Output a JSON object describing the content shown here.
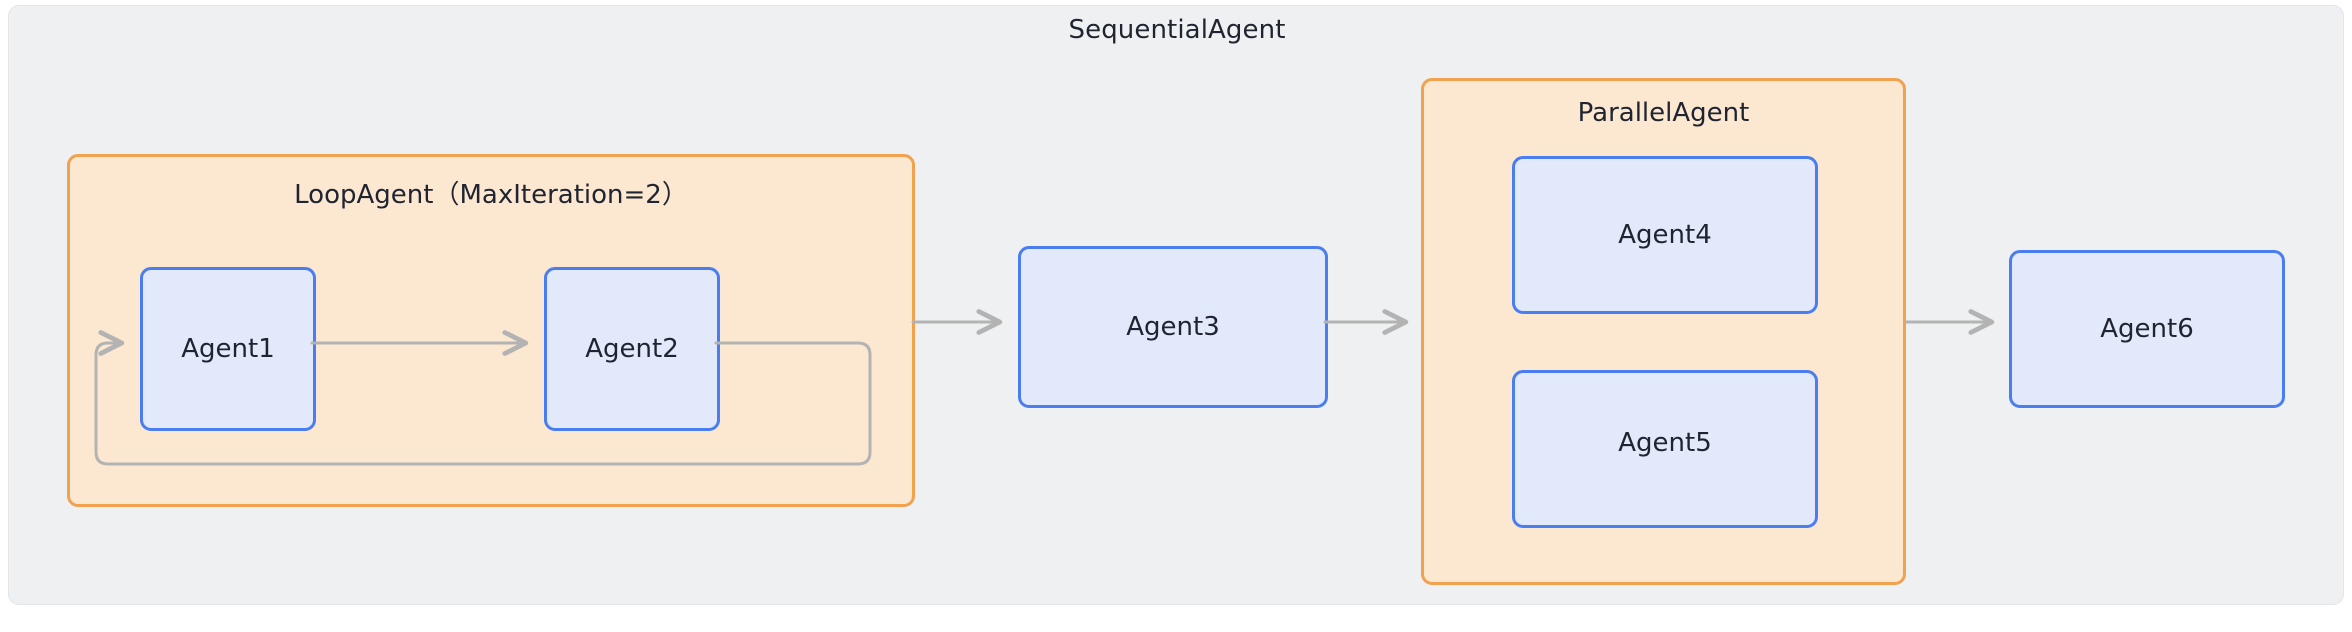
{
  "diagram": {
    "type": "agent-orchestration-flow",
    "root": {
      "name": "sequential-agent",
      "title": "SequentialAgent",
      "kind": "container"
    },
    "groups": [
      {
        "name": "loop-agent",
        "title": "LoopAgent（MaxIteration=2）",
        "kind": "loop",
        "max_iteration": 2,
        "children": [
          "Agent1",
          "Agent2"
        ]
      },
      {
        "name": "parallel-agent",
        "title": "ParallelAgent",
        "kind": "parallel",
        "children": [
          "Agent4",
          "Agent5"
        ]
      }
    ],
    "nodes": [
      {
        "id": "agent1",
        "label": "Agent1",
        "parent": "loop-agent"
      },
      {
        "id": "agent2",
        "label": "Agent2",
        "parent": "loop-agent"
      },
      {
        "id": "agent3",
        "label": "Agent3",
        "parent": "sequential-agent"
      },
      {
        "id": "agent4",
        "label": "Agent4",
        "parent": "parallel-agent"
      },
      {
        "id": "agent5",
        "label": "Agent5",
        "parent": "parallel-agent"
      },
      {
        "id": "agent6",
        "label": "Agent6",
        "parent": "sequential-agent"
      }
    ],
    "edges": [
      {
        "name": "edge-agent1-to-agent2",
        "from": "agent1",
        "to": "agent2",
        "style": "straight-arrow"
      },
      {
        "name": "edge-loop-back",
        "from": "agent2",
        "to": "agent1",
        "style": "loop-back-arrow"
      },
      {
        "name": "edge-loopagent-to-agent3",
        "from": "loop-agent",
        "to": "agent3",
        "style": "straight-arrow"
      },
      {
        "name": "edge-agent3-to-parallelagent",
        "from": "agent3",
        "to": "parallel-agent",
        "style": "straight-arrow"
      },
      {
        "name": "edge-parallelagent-to-agent6",
        "from": "parallel-agent",
        "to": "agent6",
        "style": "straight-arrow"
      }
    ],
    "colors": {
      "canvas": "#ffffff",
      "container_fill": "#eff0f2",
      "container_border": "#e3e5e9",
      "group_fill": "#fce8d1",
      "group_border": "#f2a14e",
      "node_fill": "#e2e9fb",
      "node_border": "#4a7ef0",
      "edge": "#b3b3b3",
      "text": "#1f2430"
    }
  }
}
